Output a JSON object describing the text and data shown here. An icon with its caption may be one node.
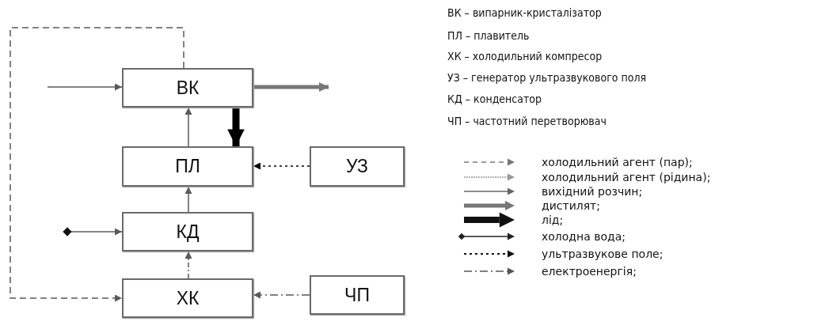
{
  "diagram": {
    "nodes": [
      {
        "text": [
          "ВК"
        ]
      },
      {
        "text": [
          "ПЛ"
        ]
      },
      {
        "text": [
          "УЗ"
        ]
      },
      {
        "text": [
          "КД"
        ]
      },
      {
        "text": [
          "ХК"
        ]
      },
      {
        "text": [
          "ЧП"
        ]
      },
      {
        "text": [],
        "shape": "diamond"
      }
    ],
    "edges": [
      {
        "from": null,
        "to": 0,
        "arrow": "to"
      },
      {
        "from": 0,
        "to": null,
        "arrow": "to",
        "style": "thick",
        "color": "#777777"
      },
      {
        "from": 0,
        "to": 1,
        "arrow": "to",
        "style": "thick",
        "color": "#000000"
      },
      {
        "from": 1,
        "to": 0,
        "arrow": "to"
      },
      {
        "from": 3,
        "to": 1,
        "arrow": "to"
      },
      {
        "from": 4,
        "to": 3,
        "arrow": "to",
        "style": "dashed"
      },
      {
        "from": 0,
        "to": 4,
        "arrow": "to",
        "style": "dashed"
      },
      {
        "from": 2,
        "to": 1,
        "arrow": "to",
        "style": "dashed",
        "color": "#000000"
      },
      {
        "from": 5,
        "to": 4,
        "arrow": "to",
        "style": "dashed"
      },
      {
        "from": 6,
        "to": 3,
        "arrow": "to"
      }
    ],
    "labels": [
      "ВК – випарник-кристалізатор",
      "ПЛ – плавитель",
      "ХК – холодильний компресор",
      "УЗ – генератор ультразвукового поля",
      "КД – конденсатор",
      "ЧП – частотний перетворювач"
    ],
    "legend": [
      {
        "text": "холодильний агент (пар);"
      },
      {
        "text": "холодильний агент (рідина);"
      },
      {
        "text": "вихідний розчин;"
      },
      {
        "text": "дистилят;"
      },
      {
        "text": "лід;"
      },
      {
        "text": "холодна вода;"
      },
      {
        "text": "ультразвукове поле;"
      },
      {
        "text": "електроенергія;"
      }
    ]
  }
}
